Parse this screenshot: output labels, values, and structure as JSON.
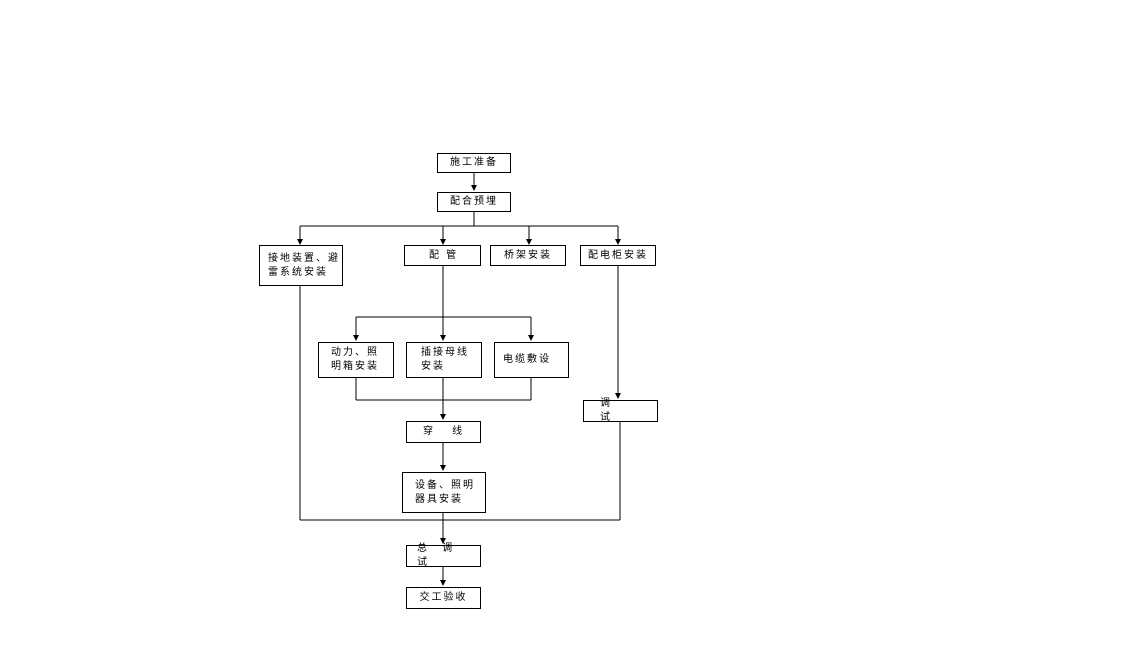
{
  "flowchart": {
    "prep": "施工准备",
    "embed": "配合预埋",
    "grounding": "接地装置、避雷系统安装",
    "piping": "配 管",
    "tray": "桥架安装",
    "cabinet": "配电柜安装",
    "power_box": "动力、照明箱安装",
    "busway": "插接母线安装",
    "cable": "电缆敷设",
    "debug": "调 试",
    "wiring": "穿 线",
    "fixtures": "设备、照明器具安装",
    "total_debug": "总 调 试",
    "acceptance": "交工验收"
  }
}
